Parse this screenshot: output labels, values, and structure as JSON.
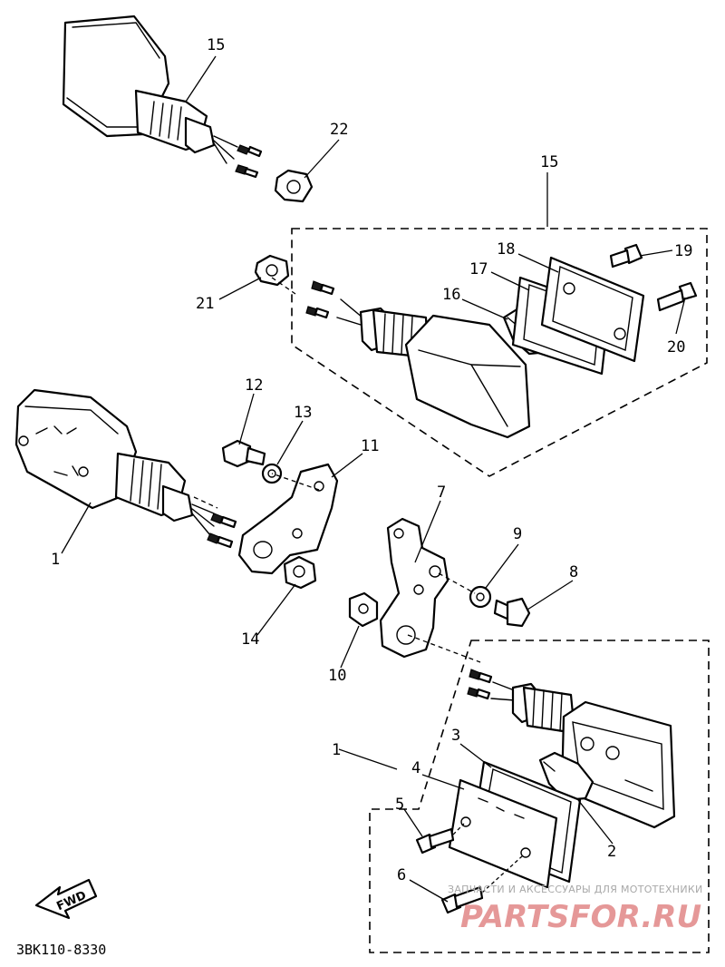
{
  "diagram_code": "3BK110-8330",
  "watermark": {
    "caption": "ЗАПЧАСТИ И АКСЕССУАРЫ ДЛЯ МОТОТЕХНИКИ",
    "brand": "PARTSFOR.RU"
  },
  "direction_label": "FWD",
  "callouts": {
    "p1a": "1",
    "p1b": "1",
    "p2": "2",
    "p3": "3",
    "p4": "4",
    "p5": "5",
    "p6": "6",
    "p7": "7",
    "p8": "8",
    "p9": "9",
    "p10": "10",
    "p11": "11",
    "p12": "12",
    "p13": "13",
    "p14": "14",
    "p15a": "15",
    "p15b": "15",
    "p16": "16",
    "p17": "17",
    "p18": "18",
    "p19": "19",
    "p20": "20",
    "p21": "21",
    "p22": "22"
  }
}
